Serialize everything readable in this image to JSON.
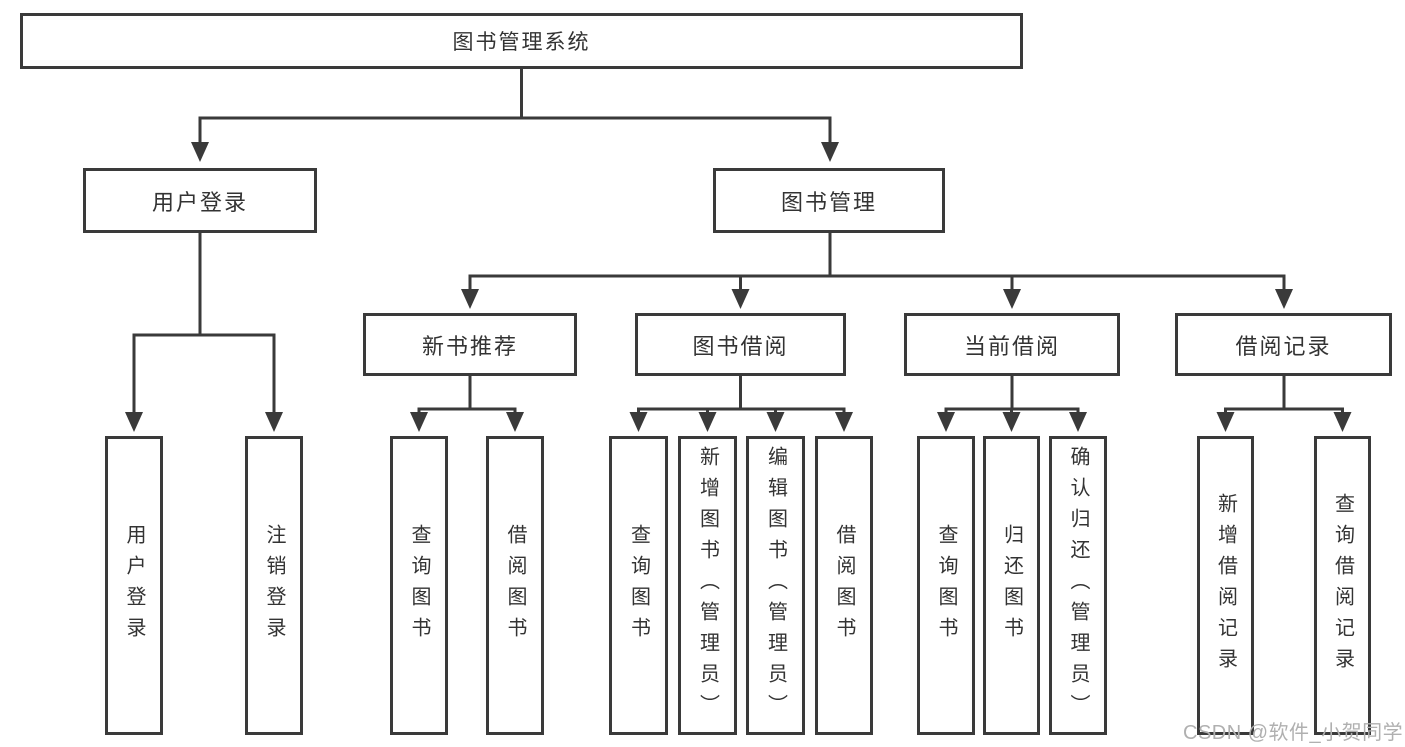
{
  "root": {
    "label": "图书管理系统"
  },
  "branches": [
    {
      "label": "用户登录",
      "children": [
        {
          "label": "用户登录"
        },
        {
          "label": "注销登录"
        }
      ]
    },
    {
      "label": "图书管理",
      "children": [
        {
          "label": "新书推荐",
          "children": [
            {
              "label": "查询图书"
            },
            {
              "label": "借阅图书"
            }
          ]
        },
        {
          "label": "图书借阅",
          "children": [
            {
              "label": "查询图书"
            },
            {
              "label": "新增图书（管理员）"
            },
            {
              "label": "编辑图书（管理员）"
            },
            {
              "label": "借阅图书"
            }
          ]
        },
        {
          "label": "当前借阅",
          "children": [
            {
              "label": "查询图书"
            },
            {
              "label": "归还图书"
            },
            {
              "label": "确认归还（管理员）"
            }
          ]
        },
        {
          "label": "借阅记录",
          "children": [
            {
              "label": "新增借阅记录"
            },
            {
              "label": "查询借阅记录"
            }
          ]
        }
      ]
    }
  ],
  "watermark": {
    "text": "CSDN @软件_小贺同学"
  },
  "colors": {
    "line": "#3a3a3a",
    "text": "#333333",
    "watermark": "#b0b0b0",
    "background": "#ffffff"
  }
}
